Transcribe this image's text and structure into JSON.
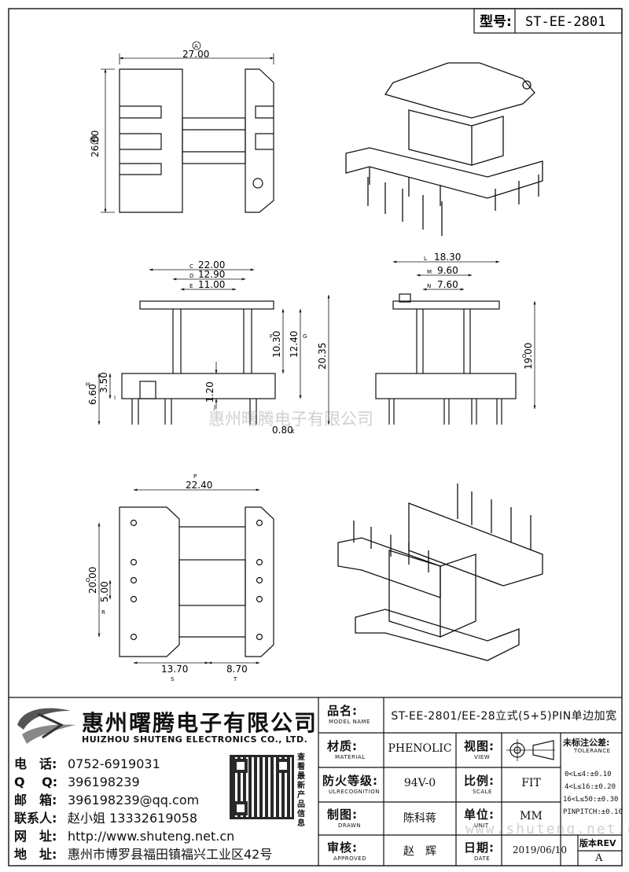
{
  "header": {
    "model_label": "型号:",
    "model_value": "ST-EE-2801"
  },
  "dimensions": {
    "top_view": {
      "width": "27.00",
      "width_tag": "A",
      "height": "26.00",
      "height_tag": "B"
    },
    "front_view": {
      "d1": "22.00",
      "d1_tag": "C",
      "d2": "12.90",
      "d2_tag": "D",
      "d3": "11.00",
      "d3_tag": "E",
      "h1": "10.30",
      "h1_tag": "F",
      "h2": "12.40",
      "h2_tag": "G",
      "h3": "20.35",
      "h4": "3.50",
      "h5": "6.60",
      "h5_tag": "H",
      "h6": "1.20",
      "h6_tag": "J",
      "pin": "0.80",
      "pin_tag": "K",
      "tag_i": "I"
    },
    "side_view": {
      "d1": "18.30",
      "d1_tag": "L",
      "d2": "9.60",
      "d2_tag": "M",
      "d3": "7.60",
      "d3_tag": "N",
      "h1": "19.00",
      "h1_tag": "O"
    },
    "bottom_view": {
      "w": "22.40",
      "w_tag": "P",
      "h": "20.00",
      "h_tag": "Q",
      "pitch": "5.00",
      "pitch_tag": "R",
      "l1": "13.70",
      "l1_tag": "S",
      "l2": "8.70",
      "l2_tag": "T"
    }
  },
  "watermarks": {
    "center": "惠州曙腾电子有限公司",
    "bottom": "www.shuteng.net.cn"
  },
  "company": {
    "name_cn": "惠州曙腾电子有限公司",
    "name_en": "HUIZHOU SHUTENG ELECTRONICS CO., LTD.",
    "qr_caption": "查看最新产品信息"
  },
  "contacts": [
    {
      "key": "电　话:",
      "value": "0752-6919031"
    },
    {
      "key": "Q　 Q:",
      "value": "396198239"
    },
    {
      "key": "邮　箱:",
      "value": "396198239@qq.com"
    },
    {
      "key": "联系人:",
      "value": "赵小姐 13332619058"
    },
    {
      "key": "网　址:",
      "value": "http://www.shuteng.net.cn"
    },
    {
      "key": "地　址:",
      "value": "惠州市博罗县福田镇福兴工业区42号"
    }
  ],
  "title_block": {
    "product_name_label": "品名:",
    "product_name_sub": "MODEL NAME",
    "product_name_value": "ST-EE-2801/EE-28立式(5+5)PIN单边加宽",
    "material_label": "材质:",
    "material_sub": "MATERIAL",
    "material_value": "PHENOLIC",
    "view_label": "视图:",
    "view_sub": "VIEW",
    "tolerance_label": "未标注公差:",
    "tolerance_sub": "TOLERANCE",
    "tolerances": [
      "0<L≤4:±0.10",
      "4<L≤16:±0.20",
      "16<L≤50:±0.30",
      "PINPITCH:±0.10"
    ],
    "fire_label": "防火等级:",
    "fire_sub": "ULRECOGNITION",
    "fire_value": "94V-0",
    "scale_label": "比例:",
    "scale_sub": "SCALE",
    "scale_value": "FIT",
    "drawn_label": "制图:",
    "drawn_sub": "DRAWN",
    "drawn_value": "陈科蒋",
    "unit_label": "单位:",
    "unit_sub": "UNIT",
    "unit_value": "MM",
    "approved_label": "审核:",
    "approved_sub": "APPROVED",
    "approved_value": "赵　辉",
    "date_label": "日期:",
    "date_sub": "DATE",
    "date_value": "2019/06/10",
    "rev_label": "版本REV",
    "rev_value": "A"
  }
}
